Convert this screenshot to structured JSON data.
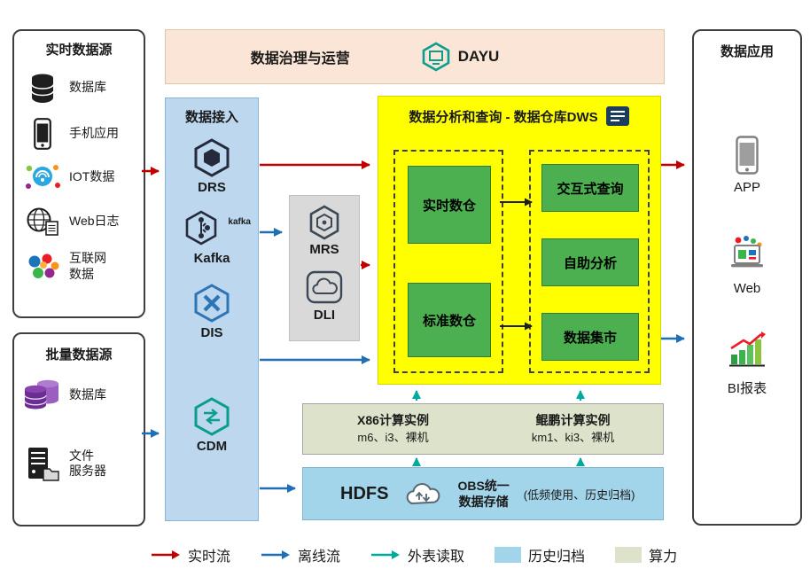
{
  "governance": {
    "title": "数据治理与运营",
    "product": "DAYU"
  },
  "realtime_sources": {
    "title": "实时数据源",
    "items": [
      {
        "label": "数据库",
        "icon": "database-icon"
      },
      {
        "label": "手机应用",
        "icon": "mobile-icon"
      },
      {
        "label": "IOT数据",
        "icon": "iot-icon"
      },
      {
        "label": "Web日志",
        "icon": "web-log-icon"
      },
      {
        "label": "互联网\n数据",
        "icon": "internet-data-icon"
      }
    ]
  },
  "batch_sources": {
    "title": "批量数据源",
    "items": [
      {
        "label": "数据库",
        "icon": "database-purple-icon"
      },
      {
        "label": "文件\n服务器",
        "icon": "file-server-icon"
      }
    ]
  },
  "ingestion": {
    "title": "数据接入",
    "services": [
      {
        "name": "DRS"
      },
      {
        "name": "Kafka",
        "logo": "kafka"
      },
      {
        "name": "DIS"
      },
      {
        "name": "CDM"
      }
    ]
  },
  "analytics_services": [
    {
      "name": "MRS"
    },
    {
      "name": "DLI"
    }
  ],
  "dws": {
    "title": "数据分析和查询 - 数据仓库DWS",
    "left_modules": [
      {
        "label": "实时数仓"
      },
      {
        "label": "标准数仓"
      }
    ],
    "right_modules": [
      {
        "label": "交互式查询"
      },
      {
        "label": "自助分析"
      },
      {
        "label": "数据集市"
      }
    ]
  },
  "compute": {
    "x86": {
      "title": "X86计算实例",
      "specs": "m6、i3、裸机"
    },
    "kunpeng": {
      "title": "鲲鹏计算实例",
      "specs": "km1、ki3、裸机"
    }
  },
  "storage": {
    "hdfs": "HDFS",
    "obs_line1": "OBS统一",
    "obs_line2": "数据存储",
    "note": "(低频使用、历史归档)"
  },
  "applications": {
    "title": "数据应用",
    "items": [
      {
        "label": "APP"
      },
      {
        "label": "Web"
      },
      {
        "label": "BI报表"
      }
    ]
  },
  "legend": {
    "items": [
      {
        "label": "实时流",
        "type": "arrow",
        "color": "#c00000"
      },
      {
        "label": "离线流",
        "type": "arrow",
        "color": "#1f6fb5"
      },
      {
        "label": "外表读取",
        "type": "arrow",
        "color": "#00a99d"
      },
      {
        "label": "历史归档",
        "type": "swatch",
        "color": "#a3d5ea"
      },
      {
        "label": "算力",
        "type": "swatch",
        "color": "#dde3cb"
      }
    ]
  },
  "colors": {
    "realtime_flow": "#c00000",
    "offline_flow": "#1f6fb5",
    "external_read": "#00a99d",
    "governance_bg": "#fbe5d6",
    "ingestion_bg": "#bdd7ee",
    "services_bg": "#d9d9d9",
    "dws_bg": "#ffff00",
    "module_green": "#4cb050",
    "compute_bg": "#dde3cb",
    "storage_bg": "#a3d5ea"
  }
}
